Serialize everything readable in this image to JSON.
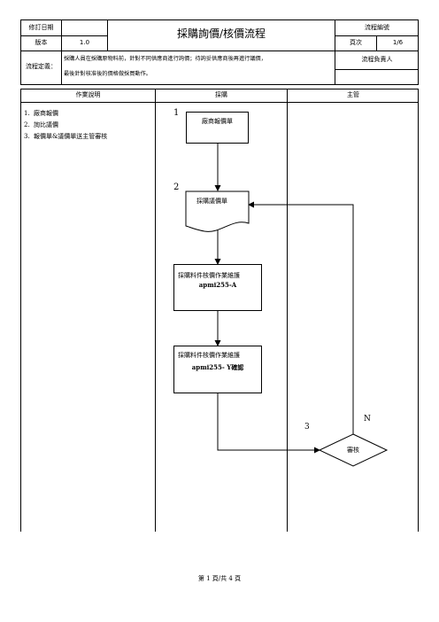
{
  "header": {
    "revision_date_label": "修訂日期",
    "title": "採購詢價/核價流程",
    "process_no_label": "流程編號",
    "version_label": "版本",
    "version_value": "1.0",
    "page_label": "頁次",
    "page_value": "1/6",
    "definition_label": "流程定義：",
    "definition_line1": "採購人員在採購原物料前，針對不同供應商進行詢價；待詢妥供應商後再進行議價，",
    "definition_line2": "最後針對核准後的價格做採買動作。",
    "owner_label": "流程負責人"
  },
  "columns": {
    "description": "作業說明",
    "purchasing": "採購",
    "supervisor": "主管"
  },
  "steps": [
    {
      "num": "1.",
      "text": "廠商報價"
    },
    {
      "num": "2.",
      "text": "詢比議價"
    },
    {
      "num": "3.",
      "text": "報價單&議價單送主管審核"
    }
  ],
  "flow": {
    "n1_num": "1",
    "n1_label": "廠商報價單",
    "n2_num": "2",
    "n2_label": "採購議價單",
    "n3_line1": "採購料件核價作業維護",
    "n3_line2": "apmi255-A",
    "n4_line1": "採購料件核價作業維護",
    "n4_line2": "apmi255- Y確認",
    "n5_num": "3",
    "n5_label": "審核",
    "reject_label": "N"
  },
  "footer": {
    "page_text": "第 1 頁/共 4 頁"
  }
}
